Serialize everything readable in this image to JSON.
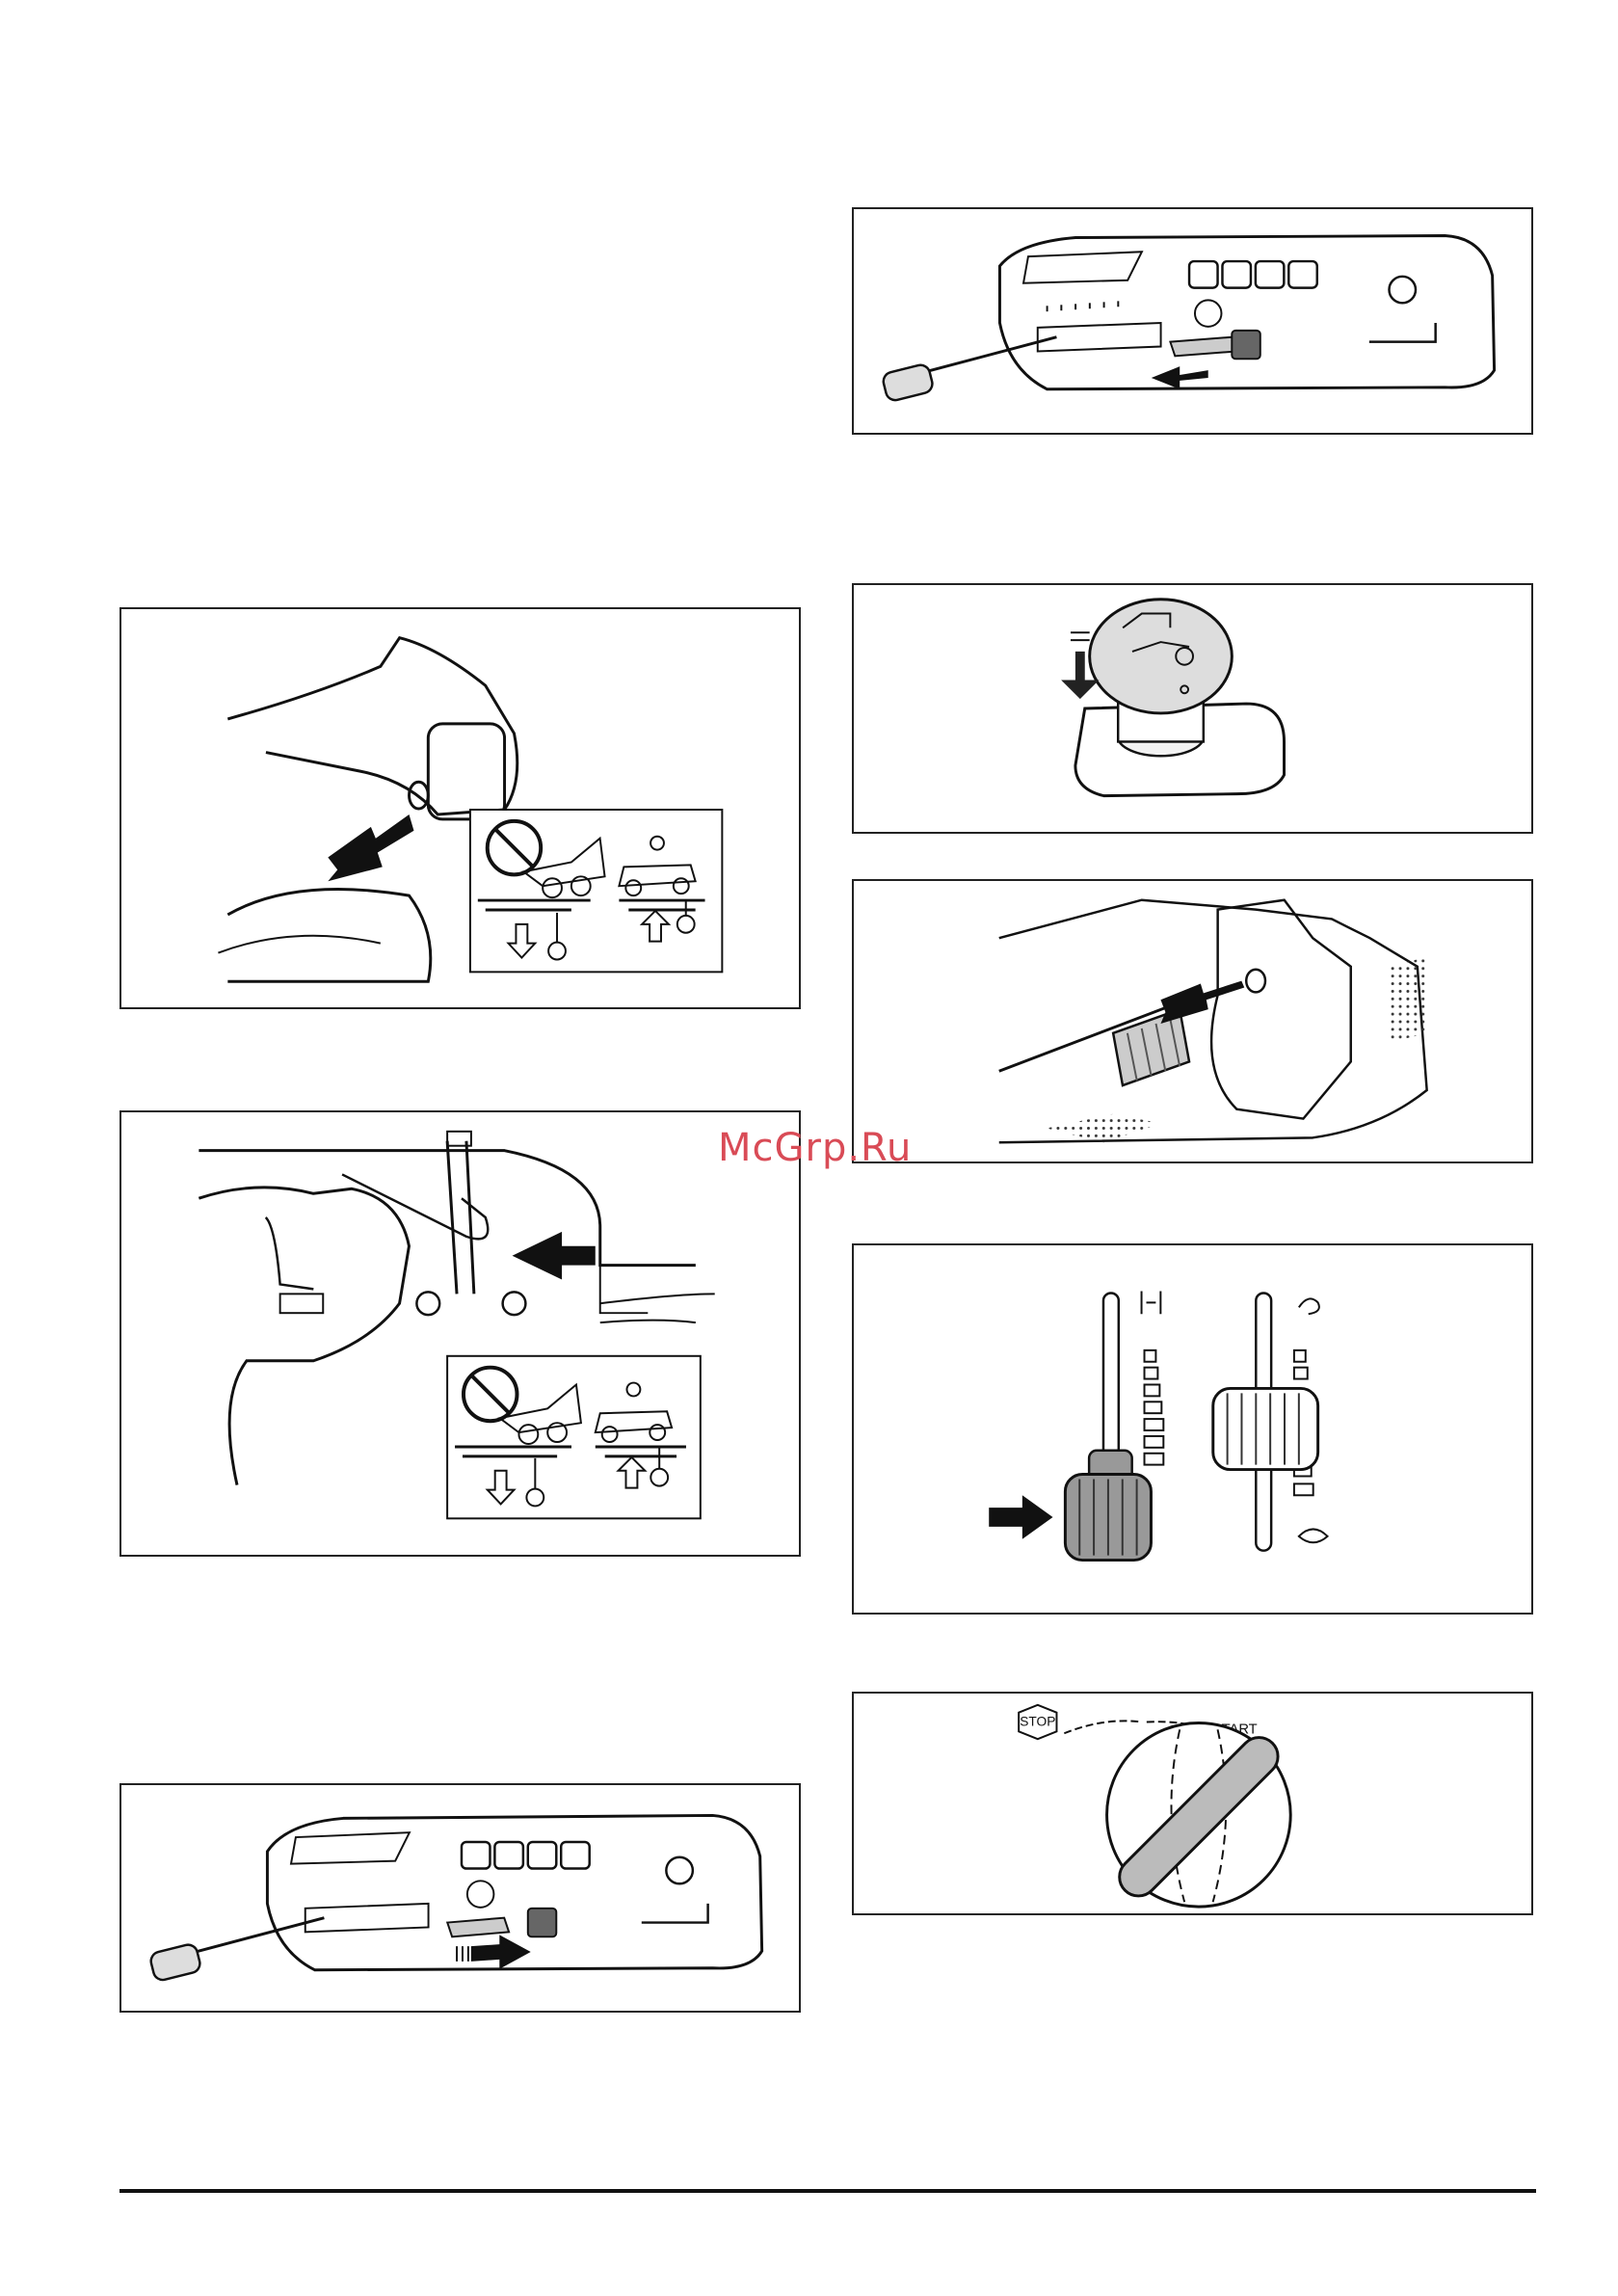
{
  "watermark": "McGrp.Ru",
  "figures": {
    "choke_start": {
      "stop_label": "STOP",
      "start_label": "START"
    },
    "dashboard_top": {
      "arrow": "left-arrow"
    },
    "dashboard_bottom": {
      "arrow": "right-arrow"
    }
  },
  "icons": [
    "no-tipping-icon",
    "lawn-tractor-icon",
    "down-arrow-icon",
    "up-arrow-icon",
    "turtle-icon",
    "hare-icon"
  ]
}
